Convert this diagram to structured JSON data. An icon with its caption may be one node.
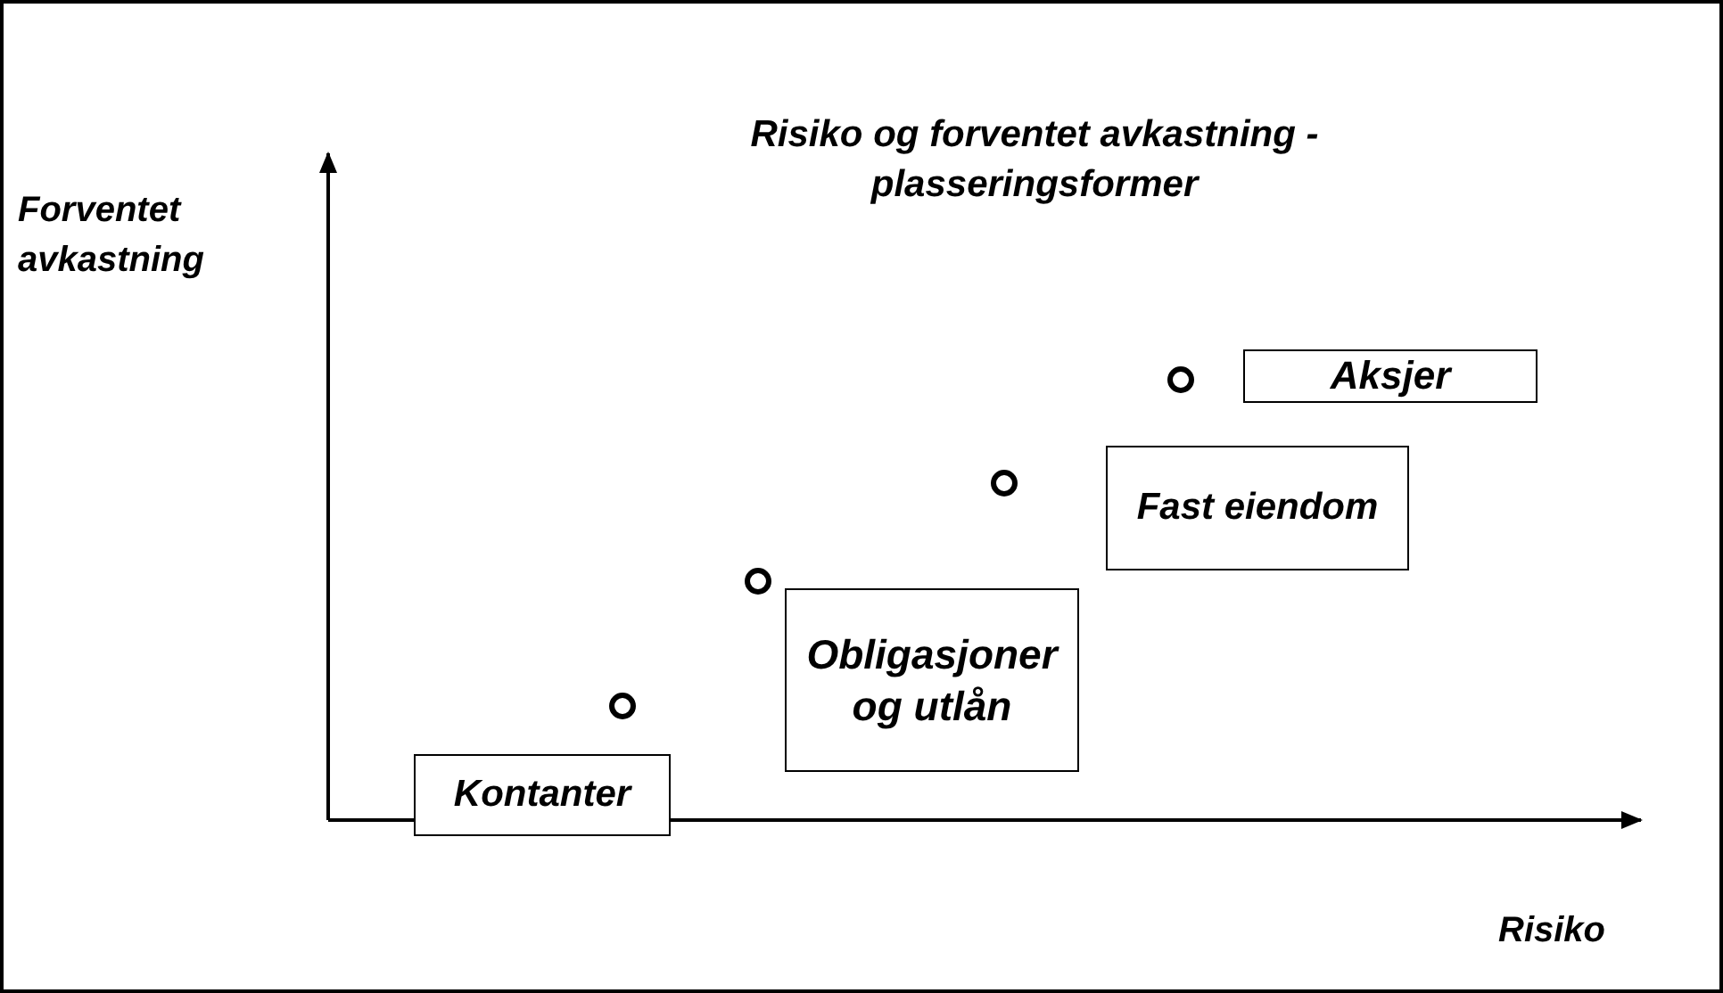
{
  "diagram": {
    "title": "Risiko og forventet avkastning - plasseringsformer",
    "nodes": [
      {
        "text": [
          "Kontanter"
        ]
      },
      {
        "text": [
          "Obligasjoner og utlån"
        ]
      },
      {
        "text": [
          "Fast eiendom"
        ]
      },
      {
        "text": [
          "Aksjer"
        ]
      }
    ],
    "labels": [
      "Forventet avkastning",
      "Risiko"
    ]
  }
}
